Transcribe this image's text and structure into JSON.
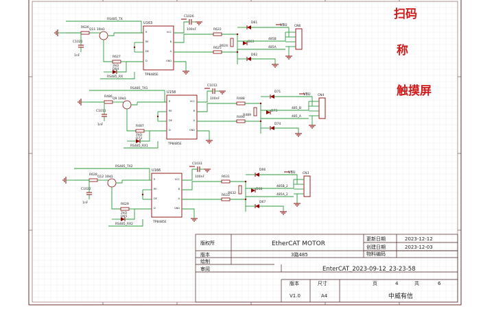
{
  "notes": {
    "scan": "扫码",
    "scale": "称",
    "touch": "触摸屏"
  },
  "colors": {
    "wire": "#2b9a3c",
    "part": "#8b0000",
    "border": "#6b2a2a",
    "grid": "#ececec",
    "note": "#d11a1a",
    "label": "#202020"
  },
  "title_block": {
    "company_label": "版权所",
    "project": "EtherCAT MOTOR",
    "version_label": "版本",
    "board": "3路485",
    "drawn_label": "绘制",
    "check_label": "审阅",
    "file_name": "EnterCAT_2023-09-12_23-23-58",
    "update_label": "更新日期",
    "update_date": "2023-12-12",
    "create_label": "创建日期",
    "create_date": "2023-12-03",
    "material_label": "物料编码",
    "rev_label": "版本",
    "size_label": "尺寸",
    "rev": "V1.0",
    "size": "A4",
    "page_label": "页",
    "page": "4",
    "total_label": "共",
    "total": "6",
    "org": "中威有信"
  },
  "circuits": [
    {
      "ic": "U163",
      "ic_part": "TP8485E",
      "cap_top": "C1026",
      "cap_top_val": "100nF",
      "r_left": "R626",
      "q": "Q11",
      "r_base": "10kΩ",
      "cap_left": "C1021",
      "cap_left_val": "1nF",
      "r_mid": "R627",
      "r_mid_val": "2kΩ",
      "d_mid": "D64",
      "net_tx": "RS485_TX",
      "net_rx": "RS485_RX",
      "r_a": "R622",
      "r_term": "R624",
      "r_b": "R625",
      "d_top": "D61",
      "d_term": "D63",
      "d_bot": "D62",
      "net_a": "485A",
      "net_b": "485B",
      "conn_ref": "CN6",
      "conn_net": "VBU"
    },
    {
      "ic": "U158",
      "ic_part": "TP8485E",
      "cap_top": "C1012",
      "cap_top_val": "100nF",
      "r_left": "R486",
      "q": "Q9",
      "r_base": "10kΩ",
      "cap_left": "C1011",
      "cap_left_val": "1nF",
      "r_mid": "R487",
      "r_mid_val": "2kΩ",
      "d_mid": "D72",
      "net_tx": "RS485_TX1",
      "net_rx": "RS485_RX1",
      "r_a": "R488",
      "r_term": "R489",
      "r_b": "R490",
      "d_top": "D71",
      "d_term": "D73",
      "d_bot": "D74",
      "net_a": "485_A",
      "net_b": "485_B",
      "conn_ref": "CN4",
      "conn_net": "VBU"
    },
    {
      "ic": "U166",
      "ic_part": "TP8485E",
      "cap_top": "C1033",
      "cap_top_val": "100nF",
      "r_left": "R628",
      "q": "Q12",
      "r_base": "10kΩ",
      "cap_left": "C1022",
      "cap_left_val": "1nF",
      "r_mid": "R629",
      "r_mid_val": "2kΩ",
      "d_mid": "D65",
      "net_tx": "RS485_TX2",
      "net_rx": "RS485_RX2",
      "r_a": "R631",
      "r_term": "R632",
      "r_b": "R633",
      "d_top": "D66",
      "d_term": "D68",
      "d_bot": "D67",
      "net_a": "485A_2",
      "net_b": "485B_2",
      "conn_ref": "CN3",
      "conn_net": "VBU"
    }
  ]
}
